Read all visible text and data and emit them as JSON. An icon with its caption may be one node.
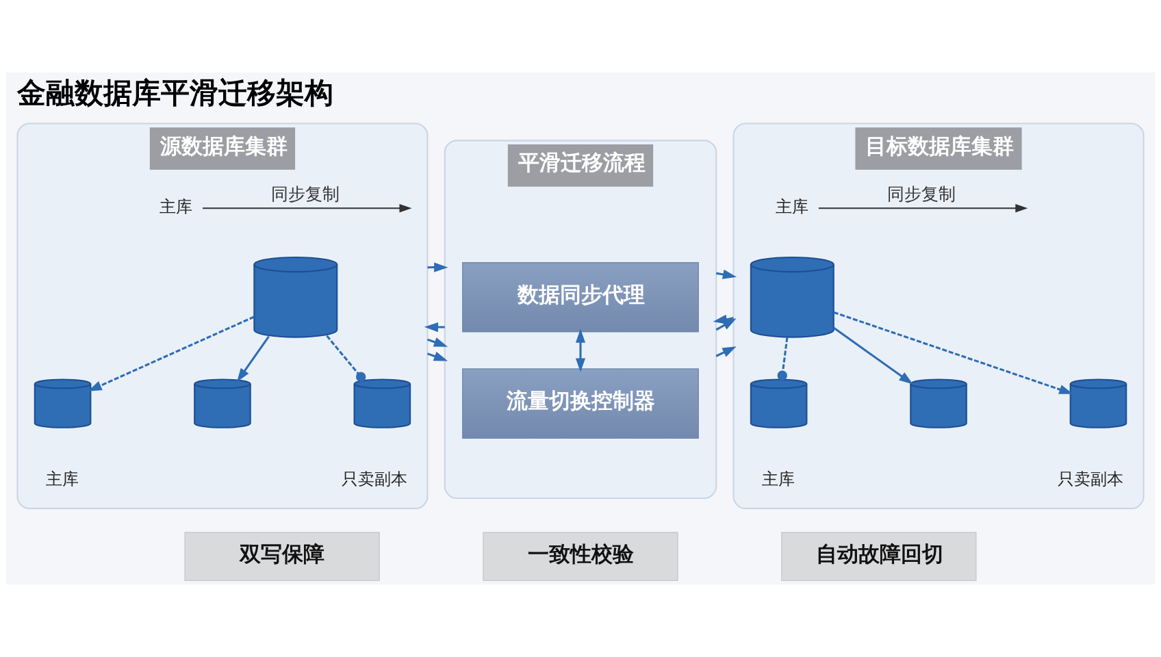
{
  "diagram": {
    "title": "金融数据库平滑迁移架构",
    "nodes": [
      {
        "text": [
          "源数据库集群"
        ]
      },
      {
        "text": [
          "主库"
        ],
        "in": 0
      },
      {
        "text": [],
        "shape": "cylinder",
        "in": 0
      },
      {
        "text": [],
        "shape": "cylinder",
        "beside": [
          "主库"
        ],
        "in": 0
      },
      {
        "text": [],
        "shape": "cylinder",
        "in": 0
      },
      {
        "text": [],
        "shape": "cylinder",
        "beside": [
          "只卖副本"
        ],
        "in": 0
      },
      {
        "text": [
          "平滑迁移流程"
        ]
      },
      {
        "text": [
          "数据同步代理"
        ],
        "in": 6
      },
      {
        "text": [
          "流量切换控制器"
        ],
        "in": 6
      },
      {
        "text": [
          "目标数据库集群"
        ]
      },
      {
        "text": [
          "主库"
        ],
        "in": 9
      },
      {
        "text": [],
        "shape": "cylinder",
        "in": 9
      },
      {
        "text": [],
        "shape": "cylinder",
        "beside": [
          "主库"
        ],
        "in": 9
      },
      {
        "text": [],
        "shape": "cylinder",
        "in": 9
      },
      {
        "text": [],
        "shape": "cylinder",
        "beside": [
          "只卖副本"
        ],
        "in": 9
      },
      {
        "text": [
          "双写保障"
        ]
      },
      {
        "text": [
          "一致性校验"
        ]
      },
      {
        "text": [
          "自动故障回切"
        ]
      }
    ],
    "edges": [
      {
        "from": 1,
        "to": null,
        "arrow": "to",
        "label": "同步复制",
        "color": "#333333"
      },
      {
        "from": 2,
        "to": 3,
        "arrow": "to",
        "style": "dashed"
      },
      {
        "from": 2,
        "to": 4,
        "arrow": "to"
      },
      {
        "from": 2,
        "to": 5,
        "arrow": "other",
        "style": "dashed"
      },
      {
        "from": 6,
        "to": 0,
        "arrow": "to"
      },
      {
        "from": 0,
        "to": 6,
        "arrow": "to"
      },
      {
        "from": 0,
        "to": 6,
        "arrow": "to"
      },
      {
        "from": 0,
        "to": 6,
        "arrow": "to"
      },
      {
        "from": 7,
        "to": 8,
        "arrow": "both"
      },
      {
        "from": 9,
        "to": 6,
        "arrow": "to"
      },
      {
        "from": 6,
        "to": 9,
        "arrow": "to"
      },
      {
        "from": 6,
        "to": 9,
        "arrow": "to"
      },
      {
        "from": 6,
        "to": 9,
        "arrow": "to"
      },
      {
        "from": 10,
        "to": null,
        "arrow": "to",
        "label": "同步复制",
        "color": "#333333"
      },
      {
        "from": 11,
        "to": 12,
        "arrow": "other",
        "style": "dashed"
      },
      {
        "from": 11,
        "to": 13,
        "arrow": "to"
      },
      {
        "from": 11,
        "to": 14,
        "arrow": "to",
        "style": "dashed"
      }
    ]
  }
}
